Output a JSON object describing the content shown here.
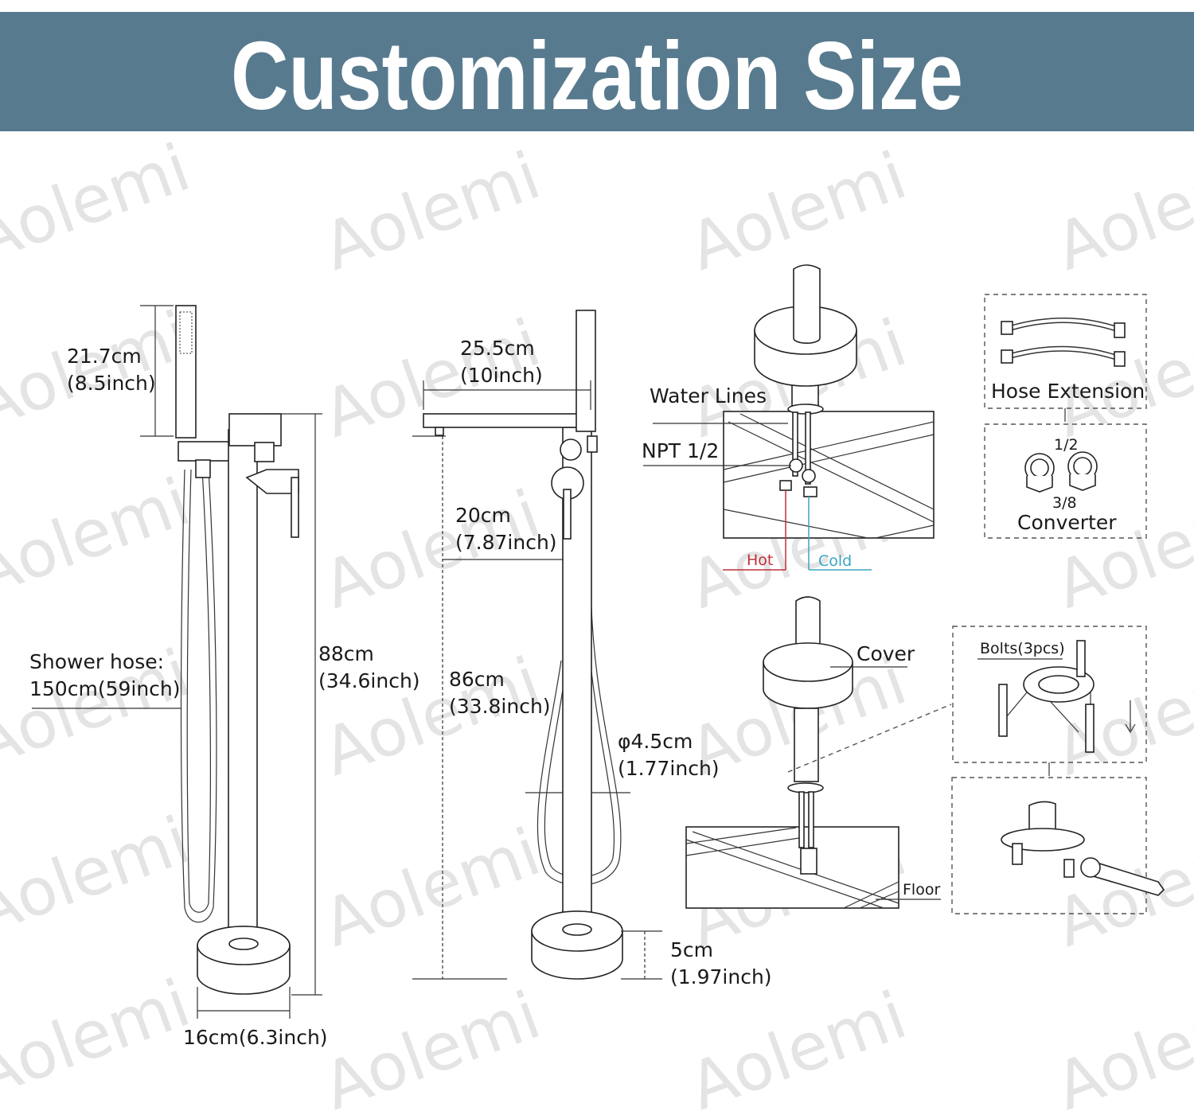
{
  "header": {
    "title": "Customization Size",
    "band_color": "#587a8e"
  },
  "watermark": "Aolemi",
  "left_view": {
    "handshower_height_cm": "21.7cm",
    "handshower_height_in": "(8.5inch)",
    "hose_label": "Shower hose:",
    "hose_length": "150cm(59inch)",
    "total_height_cm": "88cm",
    "total_height_in": "(34.6inch)",
    "base_width": "16cm(6.3inch)"
  },
  "front_view": {
    "spout_reach_cm": "25.5cm",
    "spout_reach_in": "(10inch)",
    "handle_offset_cm": "20cm",
    "handle_offset_in": "(7.87inch)",
    "spout_height_cm": "86cm",
    "spout_height_in": "(33.8inch)",
    "pipe_diameter_cm": "φ4.5cm",
    "pipe_diameter_in": "(1.77inch)",
    "base_height_cm": "5cm",
    "base_height_in": "(1.97inch)"
  },
  "install_top": {
    "water_lines": "Water Lines",
    "npt": "NPT 1/2",
    "hot": "Hot",
    "cold": "Cold",
    "hot_color": "#c0303a",
    "cold_color": "#3aa6c0"
  },
  "accessories": {
    "hose_extension": "Hose Extension",
    "converter_top": "1/2",
    "converter_bottom": "3/8",
    "converter": "Converter"
  },
  "install_bottom": {
    "cover": "Cover",
    "floor": "Floor",
    "bolts": "Bolts(3pcs)"
  }
}
